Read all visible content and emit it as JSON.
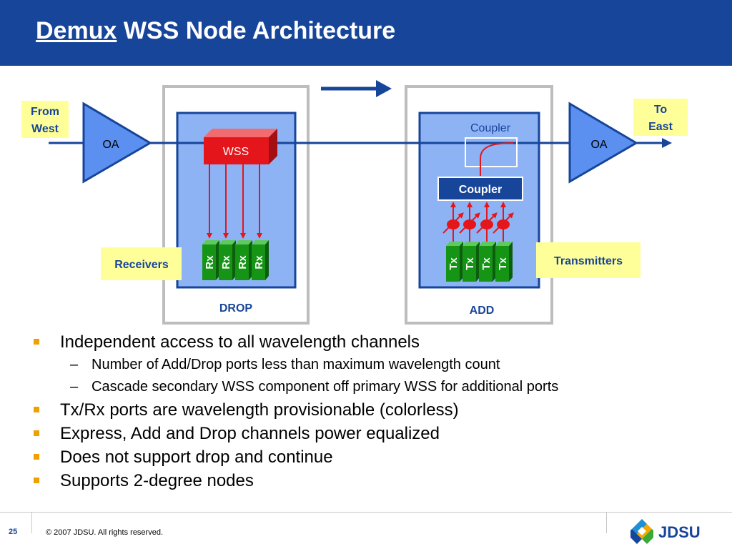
{
  "slide": {
    "title_underlined": "Demux",
    "title_rest": " WSS Node Architecture",
    "page_number": "25",
    "copyright": "© 2007 JDSU. All rights reserved.",
    "logo_text": "JDSU"
  },
  "diagram": {
    "from_west_line1": "From",
    "from_west_line2": "West",
    "to_east_line1": "To",
    "to_east_line2": "East",
    "oa_left": "OA",
    "oa_right": "OA",
    "wss": "WSS",
    "coupler_top": "Coupler",
    "coupler_box": "Coupler",
    "receivers": "Receivers",
    "transmitters": "Transmitters",
    "drop": "DROP",
    "add": "ADD",
    "rx_labels": [
      "Rx",
      "Rx",
      "Rx",
      "Rx"
    ],
    "tx_labels": [
      "Tx",
      "Tx",
      "Tx",
      "Tx"
    ]
  },
  "bullets": {
    "items": [
      "Independent access to all wavelength channels",
      "Number of Add/Drop ports less than maximum wavelength count",
      "Cascade secondary WSS component off primary WSS for additional ports",
      "Tx/Rx ports are wavelength provisionable (colorless)",
      "Express, Add and Drop channels power equalized",
      "Does not support drop and continue",
      "Supports 2-degree nodes"
    ],
    "dash": "–"
  },
  "colors": {
    "header_blue": "#17459a",
    "line_blue": "#17459a",
    "panel_blue": "#8db3f5",
    "label_yellow": "#ffff99",
    "wss_red": "#e4161b",
    "port_green": "#159415",
    "bullet_orange": "#f0a000"
  }
}
